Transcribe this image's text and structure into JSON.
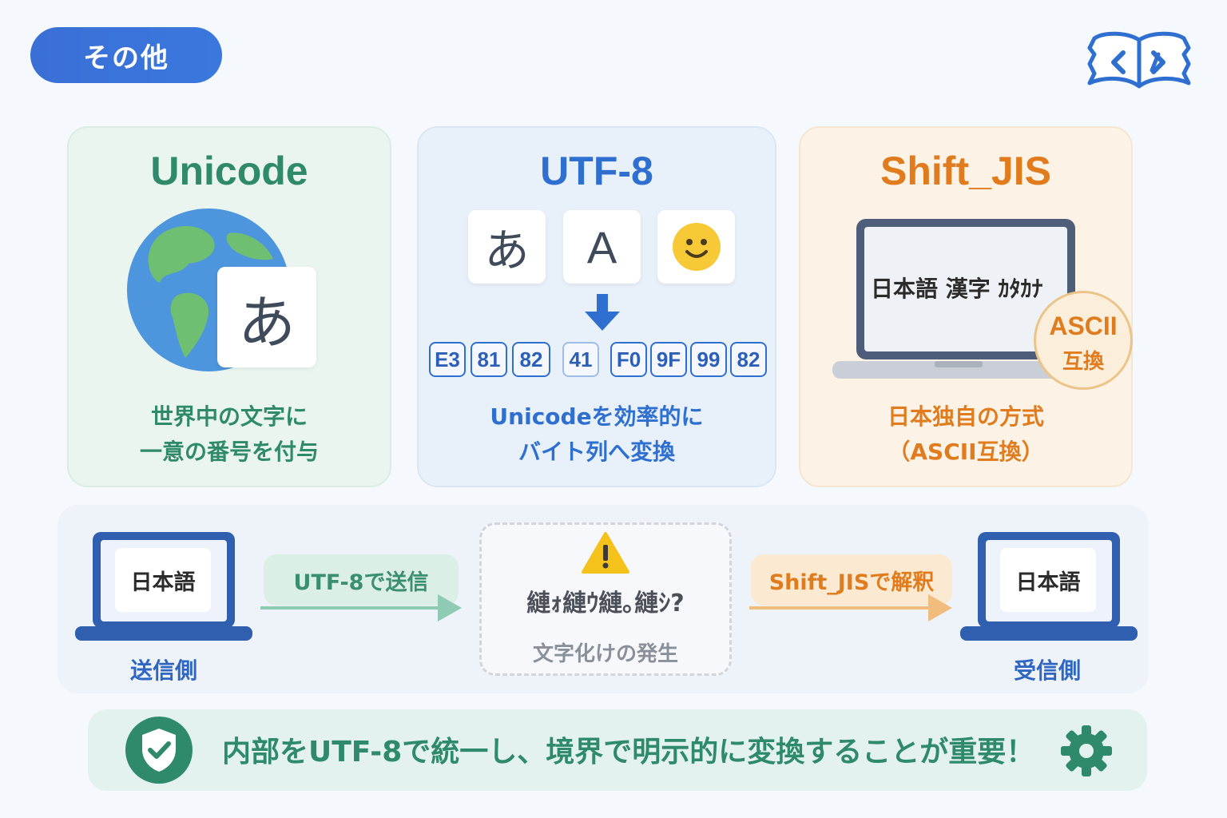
{
  "header": {
    "badge_label": "その他"
  },
  "cards": {
    "unicode": {
      "title": "Unicode",
      "sample_char": "あ",
      "desc_line1": "世界中の文字に",
      "desc_line2": "一意の番号を付与"
    },
    "utf8": {
      "title": "UTF-8",
      "chars": [
        "あ",
        "A"
      ],
      "bytes_a": [
        "E3",
        "81",
        "82"
      ],
      "bytes_b": [
        "41"
      ],
      "bytes_c": [
        "F0",
        "9F",
        "99",
        "82"
      ],
      "desc_line1": "Unicodeを効率的に",
      "desc_line2": "バイト列へ変換"
    },
    "sjis": {
      "title": "Shift_JIS",
      "screen_text": "日本語 漢字 ｶﾀｶﾅ",
      "ascii_line1": "ASCII",
      "ascii_line2": "互換",
      "desc_line1": "日本独自の方式",
      "desc_line2": "（ASCII互換）"
    }
  },
  "flow": {
    "sender_screen": "日本語",
    "sender_label": "送信側",
    "send_label": "UTF-8で送信",
    "garbled_text": "縺ｫ縺ｳ縺｡縺ｼ?",
    "garbled_caption": "文字化けの発生",
    "interpret_label": "Shift_JISで解釈",
    "receiver_screen": "日本語",
    "receiver_label": "受信側"
  },
  "summary": {
    "text": "内部をUTF-8で統一し、境界で明示的に変換することが重要！"
  },
  "colors": {
    "blue": "#2f6fd0",
    "green": "#2e8a6b",
    "orange": "#e07c1e",
    "warning": "#f4c21b"
  },
  "icons": [
    "book-code-icon",
    "globe-icon",
    "smiley-icon",
    "down-arrow-icon",
    "laptop-icon",
    "warning-icon",
    "shield-check-icon",
    "gear-icon"
  ]
}
